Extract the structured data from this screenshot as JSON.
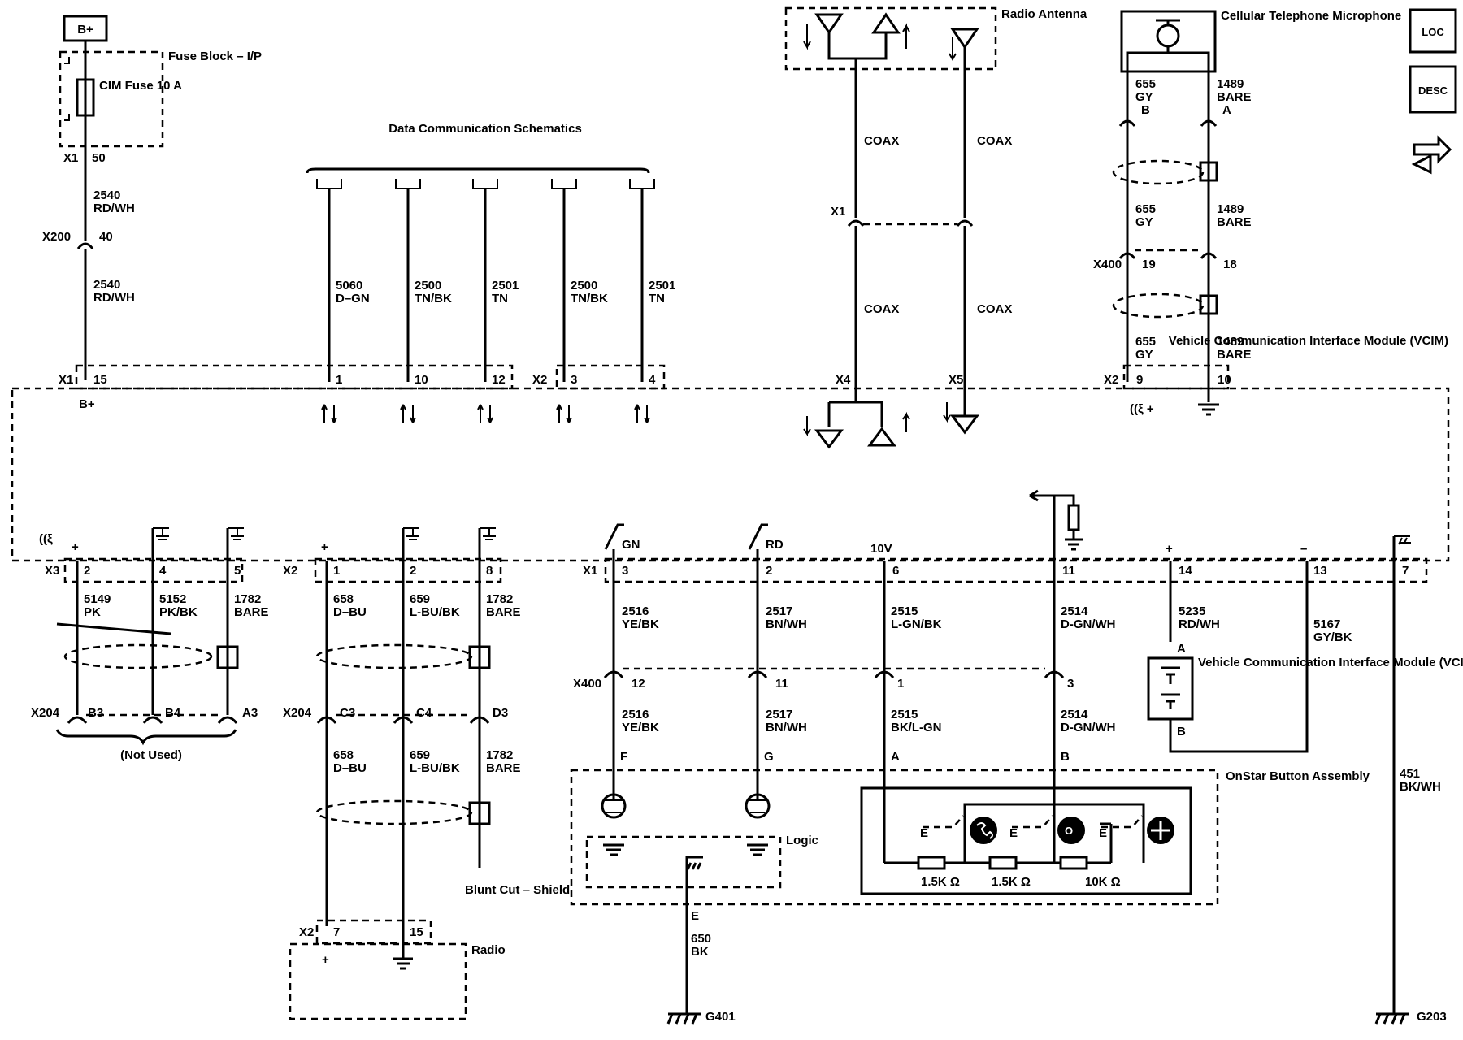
{
  "header": {
    "battery_box": "B+"
  },
  "side_icons": {
    "loc": "LOC",
    "desc": "DESC",
    "nav_icon": "connector-arrows-icon"
  },
  "fuse": {
    "block_label": "Fuse Block – I/P",
    "fuse_label": "CIM Fuse 10 A",
    "conn": "X1",
    "pin": "50"
  },
  "power_feed": {
    "wire_a": {
      "circuit": "2540",
      "color": "RD/WH"
    },
    "x200": {
      "conn": "X200",
      "pin": "40"
    },
    "wire_b": {
      "circuit": "2540",
      "color": "RD/WH"
    },
    "x1_15": {
      "conn": "X1",
      "pin": "15",
      "term": "B+"
    }
  },
  "data_comm": {
    "title": "Data Communication Schematics",
    "wires": [
      {
        "circuit": "5060",
        "color": "D–GN",
        "pin": "1"
      },
      {
        "circuit": "2500",
        "color": "TN/BK",
        "pin": "10"
      },
      {
        "circuit": "2501",
        "color": "TN",
        "pin": "12"
      },
      {
        "circuit": "2500",
        "color": "TN/BK",
        "pin": "3"
      },
      {
        "circuit": "2501",
        "color": "TN",
        "pin": "4"
      }
    ],
    "x2_conn": "X2"
  },
  "radio_antenna": {
    "title": "Radio Antenna",
    "coax": "COAX",
    "x1": "X1",
    "x4": "X4",
    "x5": "X5"
  },
  "microphone": {
    "title": "Cellular Telephone Microphone",
    "wires": [
      {
        "circuit": "655",
        "color": "GY",
        "pin": "B",
        "x400_pin": "19",
        "x2_pin": "9"
      },
      {
        "circuit": "1489",
        "color": "BARE",
        "pin": "A",
        "x400_pin": "18",
        "x2_pin": "10"
      }
    ],
    "x400": "X400",
    "x2": "X2"
  },
  "module": {
    "title": "Vehicle Communication Interface Module (VCIM)"
  },
  "x3_group": {
    "conn": "X3",
    "wires": [
      {
        "pin": "2",
        "circuit": "5149",
        "color": "PK",
        "x204": "B3"
      },
      {
        "pin": "4",
        "circuit": "5152",
        "color": "PK/BK",
        "x204": "B4"
      },
      {
        "pin": "5",
        "circuit": "1782",
        "color": "BARE",
        "x204": "A3"
      }
    ],
    "x204": "X204",
    "not_used": "(Not Used)"
  },
  "x2_radio_group": {
    "conn": "X2",
    "wires": [
      {
        "pin": "1",
        "circuit": "658",
        "color": "D–BU",
        "x204": "C3",
        "circuit_b": "658",
        "color_b": "D–BU",
        "radio_pin": "7"
      },
      {
        "pin": "2",
        "circuit": "659",
        "color": "L-BU/BK",
        "x204": "C4",
        "circuit_b": "659",
        "color_b": "L-BU/BK",
        "radio_pin": "15"
      },
      {
        "pin": "8",
        "circuit": "1782",
        "color": "BARE",
        "x204": "D3",
        "circuit_b": "1782",
        "color_b": "BARE"
      }
    ],
    "x204": "X204",
    "blunt_cut": "Blunt Cut – Shield",
    "radio": "Radio",
    "radio_conn": "X2"
  },
  "x1_group": {
    "conn": "X1",
    "wires": [
      {
        "pin": "3",
        "tag": "GN",
        "circuit": "2516",
        "color": "YE/BK",
        "x400": "12",
        "circuit_b": "2516",
        "color_b": "YE/BK",
        "btn": "F"
      },
      {
        "pin": "2",
        "tag": "RD",
        "circuit": "2517",
        "color": "BN/WH",
        "x400": "11",
        "circuit_b": "2517",
        "color_b": "BN/WH",
        "btn": "G"
      },
      {
        "pin": "6",
        "tag": "10V",
        "circuit": "2515",
        "color": "L-GN/BK",
        "x400": "1",
        "circuit_b": "2515",
        "color_b": "BK/L-GN",
        "btn": "A"
      },
      {
        "pin": "11",
        "tag": "",
        "circuit": "2514",
        "color": "D-GN/WH",
        "x400": "3",
        "circuit_b": "2514",
        "color_b": "D-GN/WH",
        "btn": "B"
      }
    ],
    "x400": "X400"
  },
  "battery": {
    "pin_pos": "14",
    "pin_neg": "13",
    "wire_pos": {
      "circuit": "5235",
      "color": "RD/WH"
    },
    "wire_neg": {
      "circuit": "5167",
      "color": "GY/BK"
    },
    "label": "Vehicle Communication Interface Module (VCIM) Battery",
    "term_a": "A",
    "term_b": "B"
  },
  "ground7": {
    "pin": "7",
    "circuit": "451",
    "color": "BK/WH",
    "ground": "G203"
  },
  "onstar": {
    "title": "OnStar Button Assembly",
    "logic": "Logic",
    "term_e": "E",
    "gnd_wire": {
      "circuit": "650",
      "color": "BK"
    },
    "ground": "G401",
    "resistors": [
      "1.5K Ω",
      "1.5K Ω",
      "10K Ω"
    ]
  }
}
